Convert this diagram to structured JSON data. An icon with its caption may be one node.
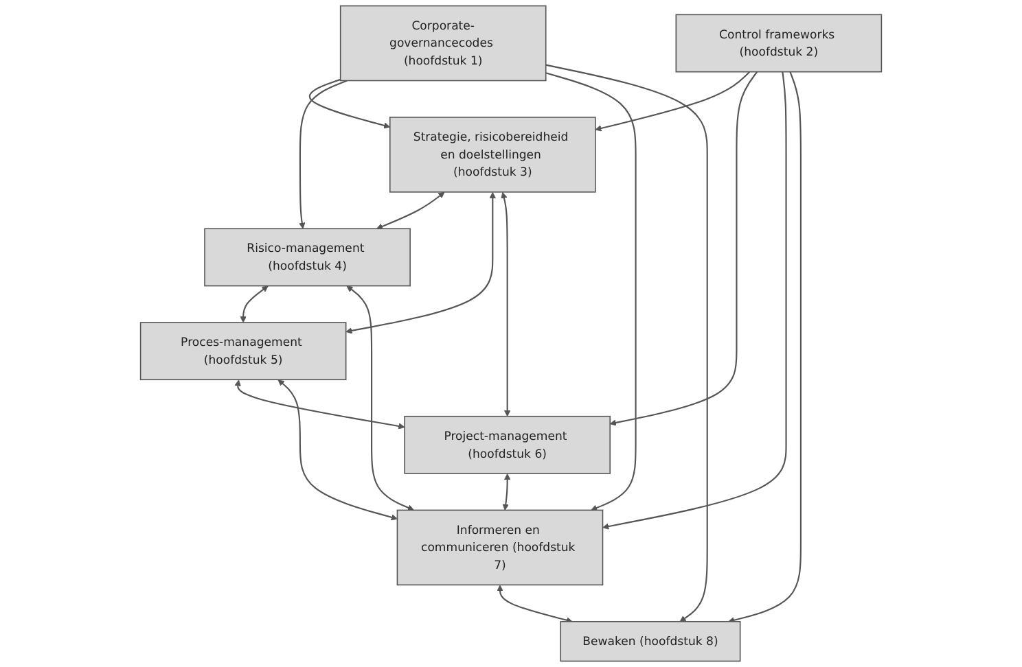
{
  "diagram": {
    "nodes": [
      {
        "text": [
          "Corporate-governancecodes (hoofdstuk 1)"
        ]
      },
      {
        "text": [
          "Control frameworks (hoofdstuk 2)"
        ]
      },
      {
        "text": [
          "Strategie, risicobereidheid en doelstellingen (hoofdstuk 3)"
        ]
      },
      {
        "text": [
          "Risico-management (hoofdstuk 4)"
        ]
      },
      {
        "text": [
          "Proces-management (hoofdstuk 5)"
        ]
      },
      {
        "text": [
          "Project-management (hoofdstuk 6)"
        ]
      },
      {
        "text": [
          "Informeren en communiceren (hoofdstuk 7)"
        ]
      },
      {
        "text": [
          "Bewaken (hoofdstuk 8)"
        ]
      }
    ],
    "edges": [
      {
        "from": 0,
        "to": 2,
        "arrow": "to"
      },
      {
        "from": 0,
        "to": 3,
        "arrow": "to"
      },
      {
        "from": 0,
        "to": 6,
        "arrow": "to"
      },
      {
        "from": 0,
        "to": 7,
        "arrow": "to"
      },
      {
        "from": 1,
        "to": 2,
        "arrow": "to"
      },
      {
        "from": 1,
        "to": 5,
        "arrow": "to"
      },
      {
        "from": 1,
        "to": 6,
        "arrow": "to"
      },
      {
        "from": 1,
        "to": 7,
        "arrow": "to"
      },
      {
        "from": 2,
        "to": 3,
        "arrow": "both"
      },
      {
        "from": 2,
        "to": 4,
        "arrow": "both"
      },
      {
        "from": 2,
        "to": 5,
        "arrow": "both"
      },
      {
        "from": 3,
        "to": 4,
        "arrow": "both"
      },
      {
        "from": 4,
        "to": 5,
        "arrow": "both"
      },
      {
        "from": 3,
        "to": 6,
        "arrow": "both"
      },
      {
        "from": 4,
        "to": 6,
        "arrow": "both"
      },
      {
        "from": 5,
        "to": 6,
        "arrow": "both"
      },
      {
        "from": 6,
        "to": 7,
        "arrow": "both"
      }
    ]
  }
}
